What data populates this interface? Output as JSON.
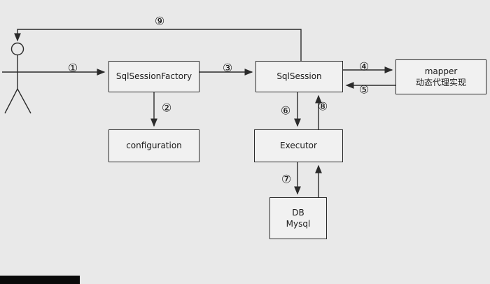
{
  "diagram": {
    "nodes": {
      "sql_session_factory": {
        "label": "SqlSessionFactory"
      },
      "sql_session": {
        "label": "SqlSession"
      },
      "mapper": {
        "line1": "mapper",
        "line2": "动态代理实现"
      },
      "configuration": {
        "label": "configuration"
      },
      "executor": {
        "label": "Executor"
      },
      "db": {
        "line1": "DB",
        "line2": "Mysql"
      }
    },
    "steps": {
      "step1": "①",
      "step2": "②",
      "step3": "③",
      "step4": "④",
      "step5": "⑤",
      "step6": "⑥",
      "step7": "⑦",
      "step8": "⑧",
      "step9": "⑨"
    },
    "colors": {
      "background": "#e9e9e9",
      "node_fill": "#f1f1f1",
      "stroke": "#2b2b2b",
      "text": "#1a1a1a",
      "bottom_bar": "#0a0a0a"
    }
  }
}
